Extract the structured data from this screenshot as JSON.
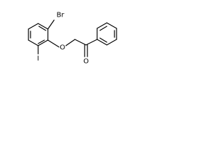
{
  "molecule": {
    "atoms": {
      "bromine": "Br",
      "iodine": "I",
      "ether_oxygen": "O",
      "carbonyl_oxygen": "O"
    }
  }
}
